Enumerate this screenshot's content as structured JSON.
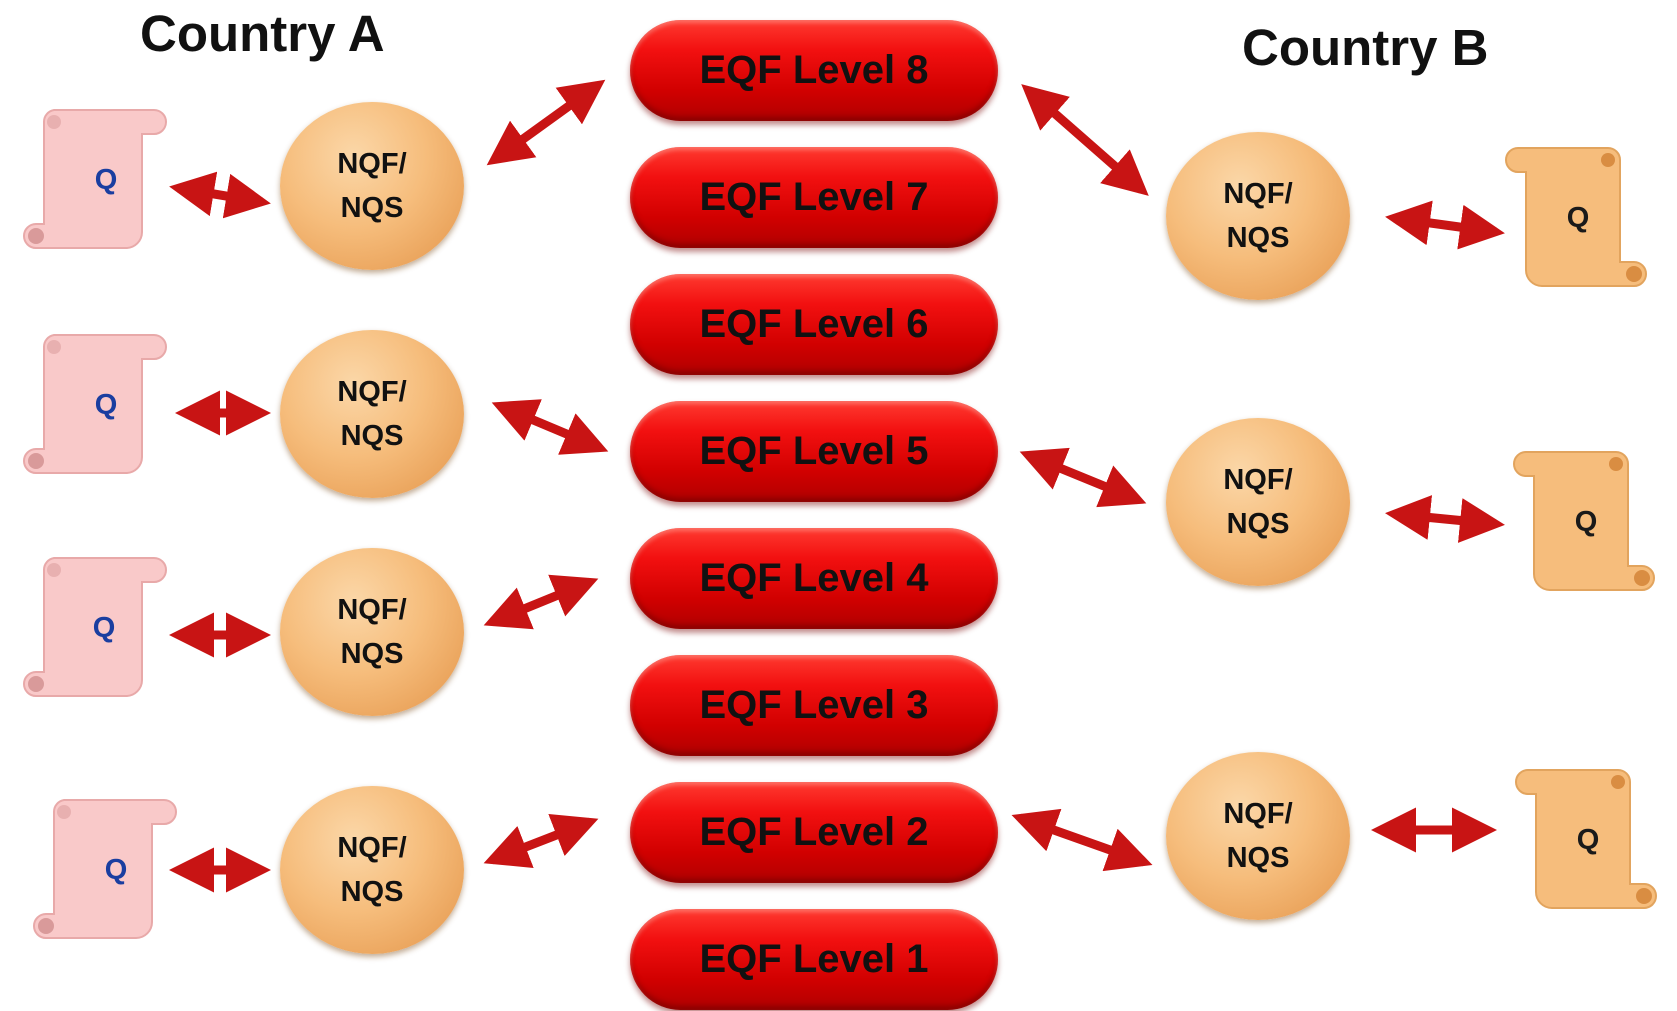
{
  "diagram": {
    "country_a": {
      "title": "Country A"
    },
    "country_b": {
      "title": "Country B"
    },
    "eqf_levels": [
      "EQF Level 8",
      "EQF Level 7",
      "EQF Level 6",
      "EQF Level 5",
      "EQF Level 4",
      "EQF Level 3",
      "EQF Level 2",
      "EQF Level 1"
    ],
    "nqf_label_line1": "NQF/",
    "nqf_label_line2": "NQS",
    "qualification_label": "Q",
    "colors": {
      "eqf_fill": "#e00000",
      "nqf_fill": "#f6bd7c",
      "arrow": "#c81414",
      "country_a_scroll": "#f9c9c9",
      "country_b_scroll": "#f6bd7c",
      "country_a_q_text": "#1a3ea0"
    }
  }
}
